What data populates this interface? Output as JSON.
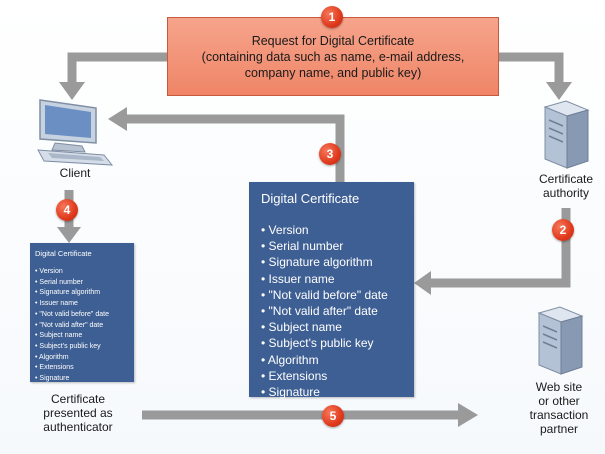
{
  "request": {
    "line1": "Request for Digital Certificate",
    "line2": "(containing data such as name, e-mail address,",
    "line3": "company name, and public key)"
  },
  "steps": [
    "1",
    "2",
    "3",
    "4",
    "5"
  ],
  "nodes": {
    "client": "Client",
    "authority_line1": "Certificate",
    "authority_line2": "authority",
    "website_line1": "Web site",
    "website_line2": "or other",
    "website_line3": "transaction",
    "website_line4": "partner",
    "presented_line1": "Certificate",
    "presented_line2": "presented as",
    "presented_line3": "authenticator"
  },
  "certificate": {
    "title": "Digital Certificate",
    "fields": [
      "Version",
      "Serial number",
      "Signature algorithm",
      "Issuer name",
      "\"Not valid before\" date",
      "\"Not valid after\" date",
      "Subject name",
      "Subject's public key",
      "Algorithm",
      "Extensions",
      "Signature"
    ]
  },
  "small_certificate": {
    "title": "Digital Certificate",
    "fields": [
      "Version",
      "Serial number",
      "Signature algorithm",
      "Issuer name",
      "\"Not valid before\" date",
      "\"Not valid after\" date",
      "Subject name",
      "Subject's public key",
      "Algorithm",
      "Extensions",
      "Signature"
    ]
  },
  "colors": {
    "request_fill": "#f39a7e",
    "badge": "#e0391c",
    "certificate_fill": "#3e5f93",
    "arrow": "#9a9a9a"
  },
  "icons": {
    "client": "computer-icon",
    "authority": "server-icon",
    "website": "server-icon"
  }
}
